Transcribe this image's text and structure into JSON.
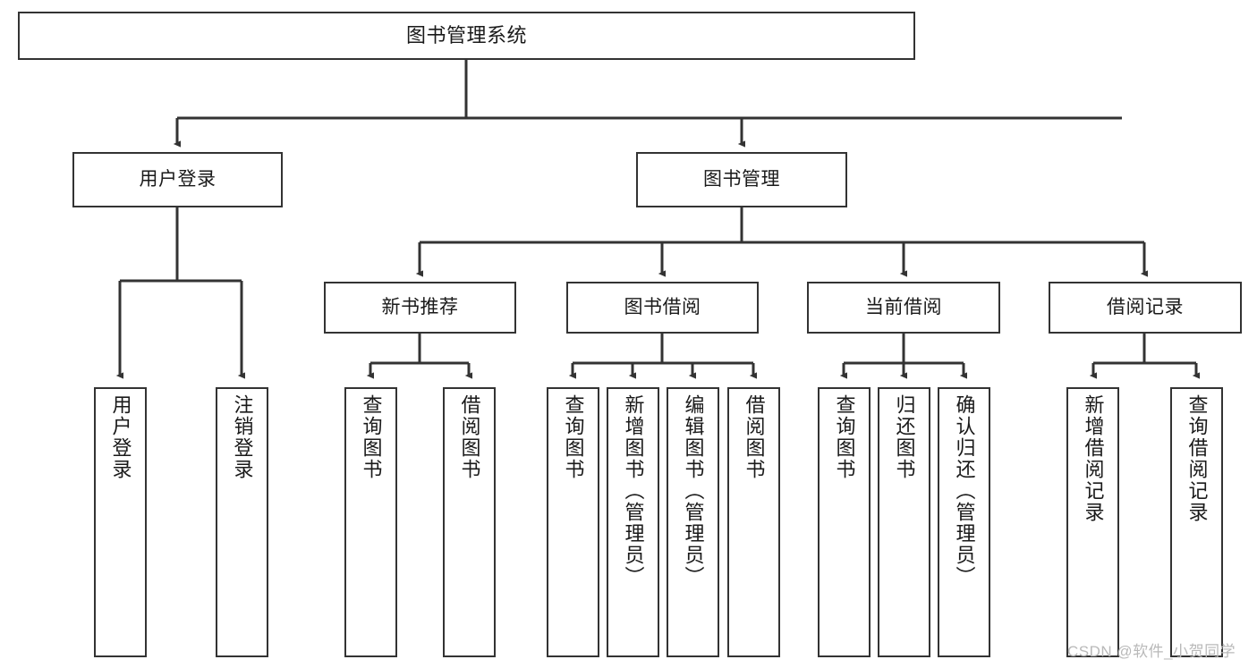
{
  "diagram": {
    "title": "图书管理系统",
    "type": "tree-hierarchy-diagram",
    "watermark": "CSDN @软件_小贺同学",
    "colors": {
      "box_border": "#333333",
      "box_fill": "#ffffff",
      "connector": "#333333",
      "text": "#1a1a1a",
      "watermark": "#b9b9b9",
      "background": "#ffffff"
    },
    "root": {
      "label": "图书管理系统"
    },
    "level2": [
      {
        "label": "用户登录"
      },
      {
        "label": "图书管理"
      }
    ],
    "level3": [
      {
        "label": "新书推荐"
      },
      {
        "label": "图书借阅"
      },
      {
        "label": "当前借阅"
      },
      {
        "label": "借阅记录"
      }
    ],
    "leaves": {
      "user_login": [
        {
          "label": "用户登录"
        },
        {
          "label": "注销登录"
        }
      ],
      "new_book_recommend": [
        {
          "label": "查询图书"
        },
        {
          "label": "借阅图书"
        }
      ],
      "book_borrow": [
        {
          "label": "查询图书"
        },
        {
          "label": "新增图书（管理员）"
        },
        {
          "label": "编辑图书（管理员）"
        },
        {
          "label": "借阅图书"
        }
      ],
      "current_borrow": [
        {
          "label": "查询图书"
        },
        {
          "label": "归还图书"
        },
        {
          "label": "确认归还（管理员）"
        }
      ],
      "borrow_record": [
        {
          "label": "新增借阅记录"
        },
        {
          "label": "查询借阅记录"
        }
      ]
    }
  }
}
